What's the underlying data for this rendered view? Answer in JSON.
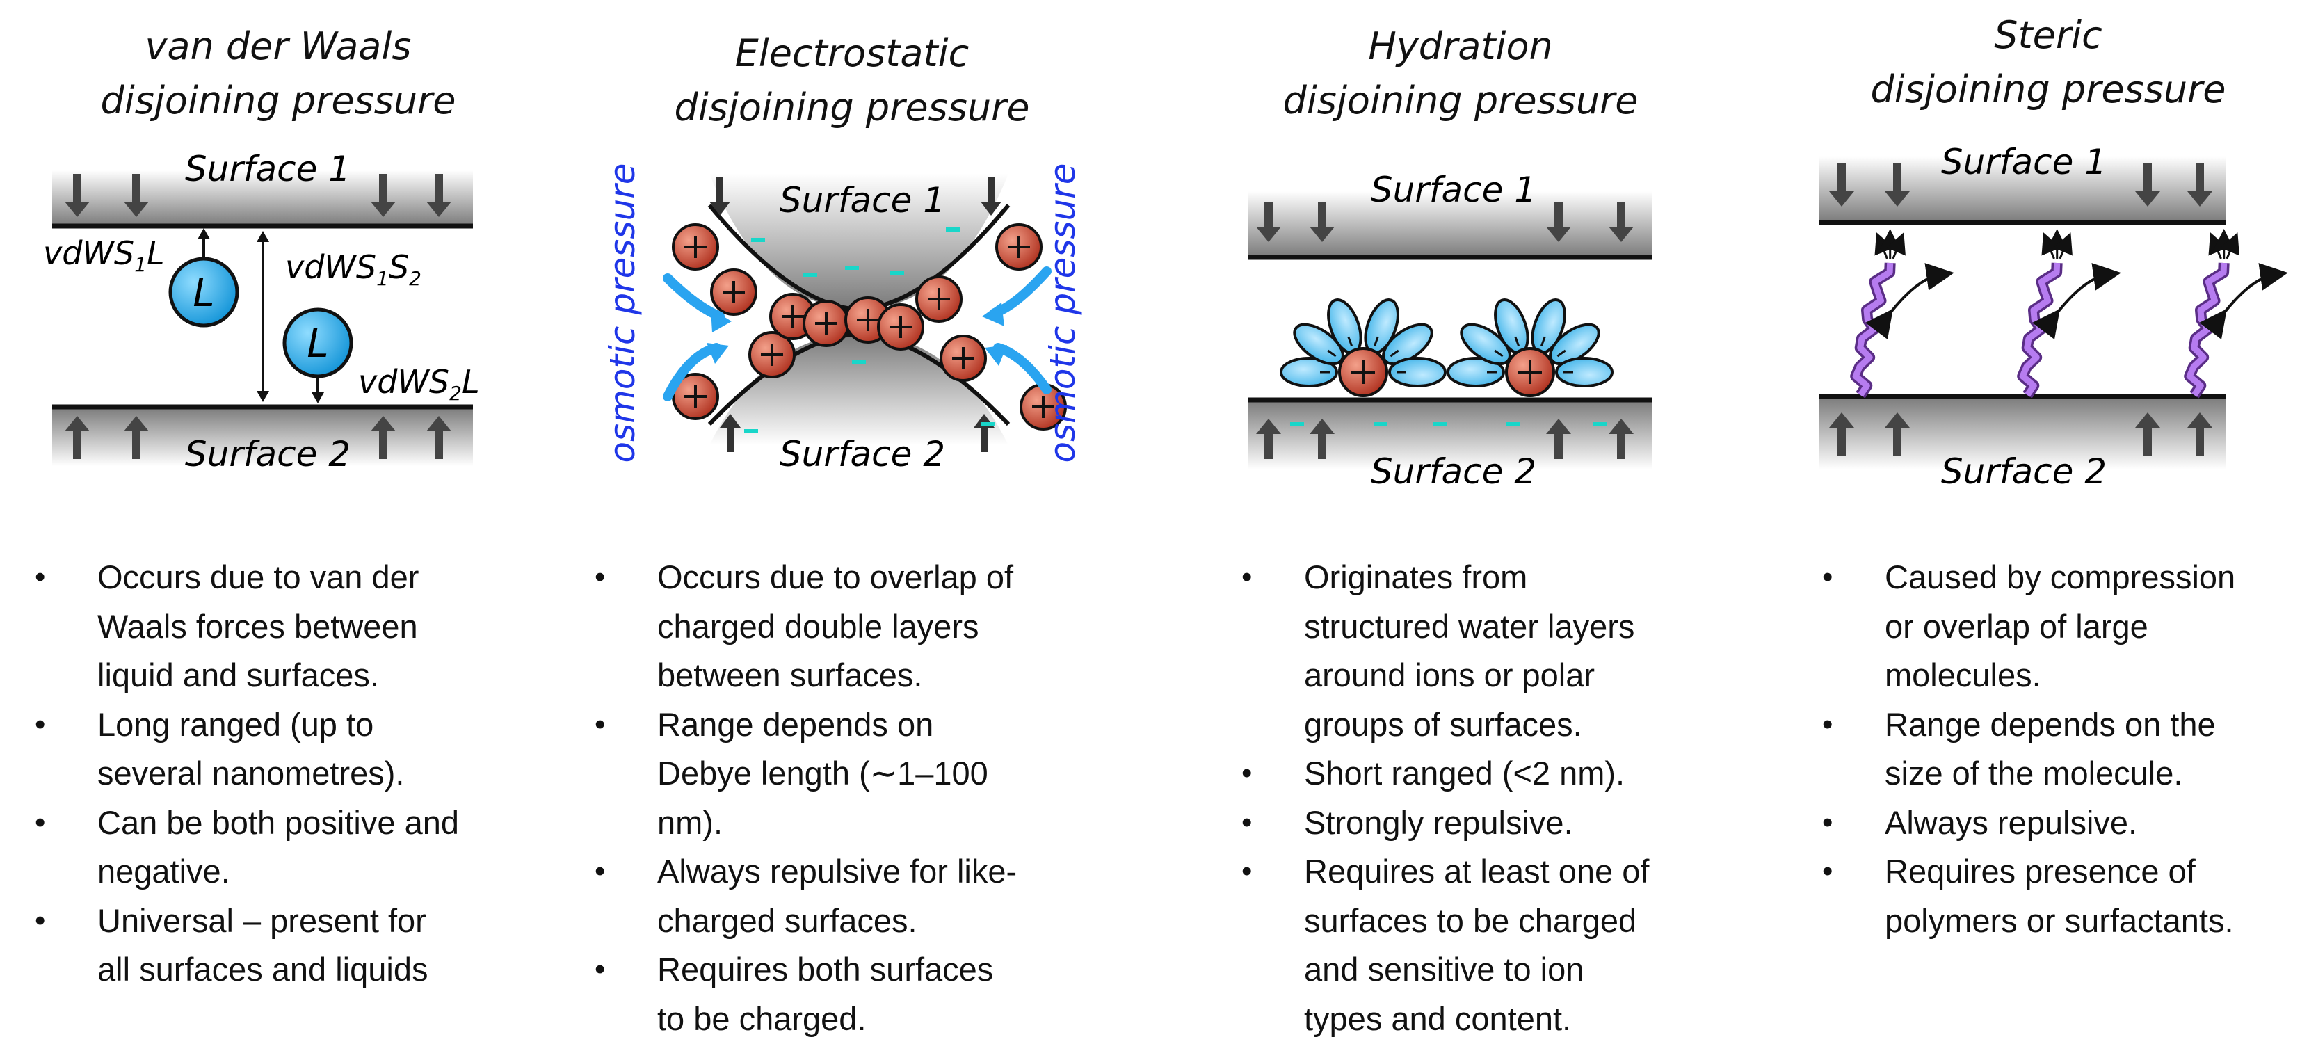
{
  "panels": [
    {
      "title_lines": [
        "van der Waals",
        "disjoining pressure"
      ],
      "surface1": "Surface 1",
      "surface2": "Surface 2",
      "label_s1l_main": "vdWS",
      "label_s1l_sub": "1",
      "label_s1l_end": "L",
      "label_s1s2_main": "vdWS",
      "label_s1s2_sub1": "1",
      "label_s1s2_mid": "S",
      "label_s1s2_sub2": "2",
      "label_s2l_main": "vdWS",
      "label_s2l_sub": "2",
      "label_s2l_end": "L",
      "liquid_symbol": "L",
      "bullets": [
        [
          "Occurs due to van der",
          "Waals forces between",
          "liquid and surfaces."
        ],
        [
          "Long ranged (up to",
          "several nanometres)."
        ],
        [
          "Can be both positive and",
          "negative."
        ],
        [
          "Universal – present for",
          "all surfaces and liquids"
        ]
      ]
    },
    {
      "title_lines": [
        "Electrostatic",
        "disjoining pressure"
      ],
      "surface1": "Surface 1",
      "surface2": "Surface 2",
      "osmotic": "osmotic pressure",
      "cation_symbol": "+",
      "anion_symbol": "–",
      "bullets": [
        [
          "Occurs due to overlap of",
          "charged double layers",
          "between surfaces."
        ],
        [
          "Range depends on",
          "Debye length (∼1–100",
          "nm)."
        ],
        [
          "Always repulsive for like-",
          "charged surfaces."
        ],
        [
          "Requires both surfaces",
          "to be charged."
        ]
      ]
    },
    {
      "title_lines": [
        "Hydration",
        "disjoining pressure"
      ],
      "surface1": "Surface 1",
      "surface2": "Surface 2",
      "cation_symbol": "+",
      "bullets": [
        [
          "Originates from",
          "structured water layers",
          "around ions or polar",
          "groups of surfaces."
        ],
        [
          "Short ranged (<2 nm)."
        ],
        [
          "Strongly repulsive."
        ],
        [
          "Requires at least one of",
          "surfaces to be charged",
          "and sensitive to ion",
          "types and content."
        ]
      ]
    },
    {
      "title_lines": [
        "Steric",
        "disjoining pressure"
      ],
      "surface1": "Surface 1",
      "surface2": "Surface 2",
      "bullets": [
        [
          "Caused by compression",
          "or overlap of large",
          "molecules."
        ],
        [
          "Range depends on the",
          "size of the molecule."
        ],
        [
          "Always repulsive."
        ],
        [
          "Requires presence of",
          "polymers or surfactants."
        ]
      ]
    }
  ],
  "colors": {
    "ion_red": "#c0392b",
    "liquid_blue": "#1e9fe0",
    "osmotic_blue": "#1f36e8",
    "anion_cyan": "#19d6c9",
    "polymer_purple": "#9b4fd6",
    "surface_gray": "#8a8a8a"
  }
}
